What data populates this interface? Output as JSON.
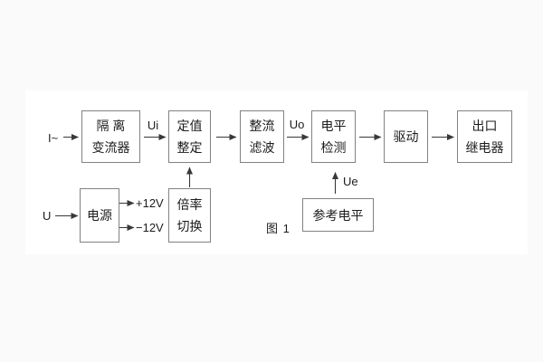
{
  "figure": {
    "caption": "图 1"
  },
  "inputs": {
    "current": "I~",
    "voltage": "U"
  },
  "signals": {
    "ui": "Ui",
    "uo": "Uo",
    "ue": "Ue",
    "pos12": "+12V",
    "neg12": "−12V"
  },
  "blocks": {
    "isolation": {
      "line1": "隔 离",
      "line2": "变流器"
    },
    "setting": {
      "line1": "定值",
      "line2": "整定"
    },
    "rectifier": {
      "line1": "整流",
      "line2": "滤波"
    },
    "level": {
      "line1": "电平",
      "line2": "检测"
    },
    "drive": {
      "line1": "驱动"
    },
    "relay": {
      "line1": "出口",
      "line2": "继电器"
    },
    "power": {
      "line1": "电源"
    },
    "ratio": {
      "line1": "倍率",
      "line2": "切换"
    },
    "reference": {
      "line1": "参考电平"
    }
  },
  "colors": {
    "background": "#fafafa",
    "panel": "#ffffff",
    "box_border": "#828282",
    "wire": "#383838",
    "text": "#1c1c1c"
  }
}
